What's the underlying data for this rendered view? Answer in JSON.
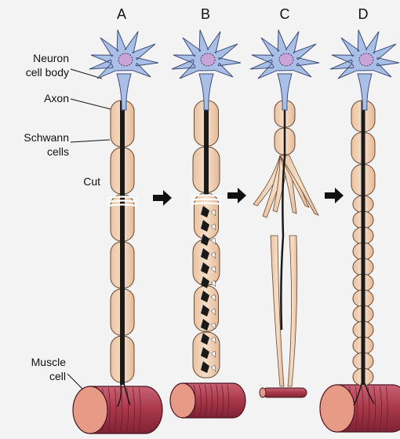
{
  "panels": [
    "A",
    "B",
    "C",
    "D"
  ],
  "labels": {
    "neuron_line1": "Neuron",
    "neuron_line2": "cell body",
    "axon": "Axon",
    "schwann_line1": "Schwann",
    "schwann_line2": "cells",
    "cut": "Cut",
    "muscle_line1": "Muscle",
    "muscle_line2": "cell"
  },
  "colors": {
    "background": "#f3f3f3",
    "neuron": "#a9bfe6",
    "schwann": "#f1d2b6",
    "axon": "#1a1a1a",
    "muscle": "#b5485a",
    "muscle_end": "#e79a86",
    "arrow": "#111111"
  }
}
